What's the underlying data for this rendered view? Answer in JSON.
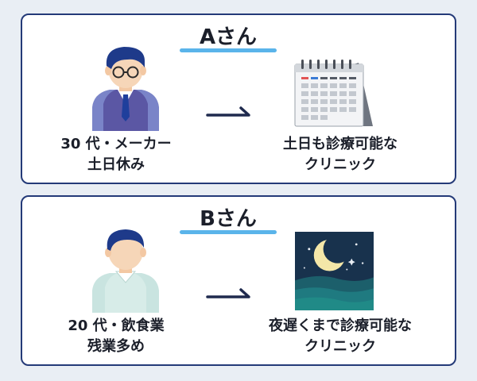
{
  "cards": [
    {
      "name": "Aさん",
      "description": [
        "30 代・メーカー",
        "土日休み"
      ],
      "result": [
        "土日も診療可能な",
        "クリニック"
      ],
      "icon": "desk-calendar-icon"
    },
    {
      "name": "Bさん",
      "description": [
        "20 代・飲食業",
        "残業多め"
      ],
      "result": [
        "夜遅くまで診療可能な",
        "クリニック"
      ],
      "icon": "night-moon-icon"
    }
  ],
  "colors": {
    "background": "#e9eef4",
    "border": "#243a78",
    "underline": "#5ab4ea",
    "arrow": "#1f2a4e"
  }
}
